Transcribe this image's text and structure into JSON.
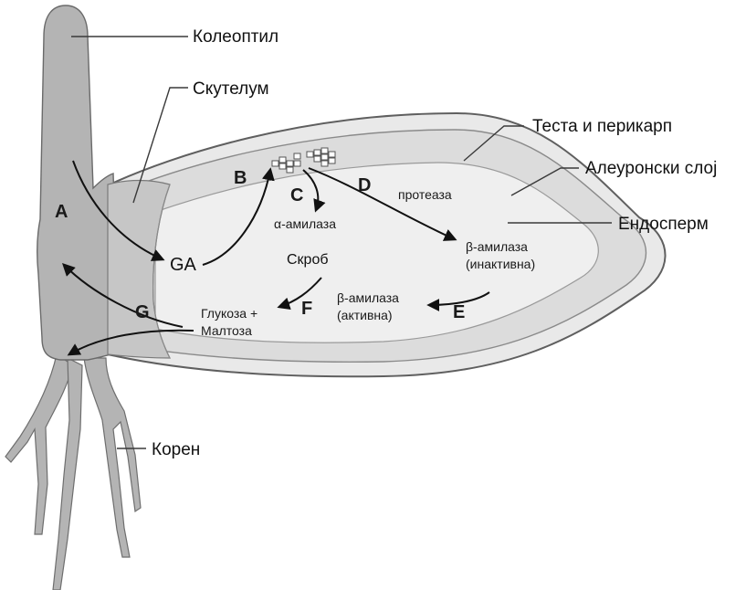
{
  "structures": {
    "coleoptile": "Колеоптил",
    "scutellum": "Скутелум",
    "testa_pericarp": "Теста и перикарп",
    "aleurone": "Алеуронски слој",
    "endosperm": "Ендосперм",
    "root": "Корен"
  },
  "steps": {
    "a": "A",
    "b": "B",
    "c": "C",
    "d": "D",
    "e": "E",
    "f": "F",
    "g": "G"
  },
  "molecules": {
    "ga": "GA",
    "alpha_amylase": "α-амилаза",
    "protease": "протеаза",
    "beta_amylase_inactive_1": "β-амилаза",
    "beta_amylase_inactive_2": "(инактивна)",
    "starch": "Скроб",
    "beta_amylase_active_1": "β-амилаза",
    "beta_amylase_active_2": "(активна)",
    "sugars_1": "Глукоза +",
    "sugars_2": "Малтоза"
  }
}
